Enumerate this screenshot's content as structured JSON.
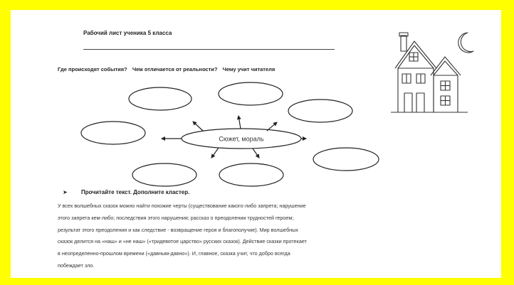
{
  "worksheet": {
    "title": "Рабочий лист ученика 5 класса",
    "questions": [
      "Где происходят события?",
      "Чем отличается от реальности?",
      "Чему учит читателя"
    ],
    "cluster_center": "Сюжет, мораль",
    "task": {
      "bullet": "➤",
      "instruction": "Прочитайте текст. Дополните кластер."
    },
    "paragraph_lines": [
      "У всех волшебных сказок можно найти похожие черты (существование какого-либо запрета; нарушение",
      "этого запрета кем-либо; последствия этого нарушения; рассказ о преодолении трудностей героем;",
      "результат этого преодоления и как следствие - возвращение героя и благополучие). Мир волшебных",
      "сказок делится на «наш» и «не наш» («тридевятое царство» русских сказок). Действие сказки протекает",
      "в неопределенно-прошлом времени («давным-давно»). И, главное, сказка учит, что добро всегда",
      "побеждает зло."
    ]
  },
  "colors": {
    "frame": "#ffff00",
    "sheet": "#ffffff",
    "ink": "#222222"
  }
}
